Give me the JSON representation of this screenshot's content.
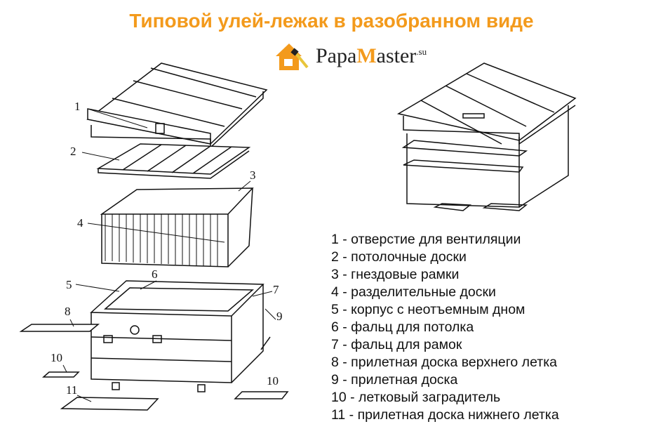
{
  "title": "Типовой улей-лежак в разобранном виде",
  "logo": {
    "part1": "Papa",
    "m": "M",
    "part2": "aster",
    "suffix": ".su"
  },
  "callouts": [
    "1",
    "2",
    "3",
    "4",
    "5",
    "6",
    "7",
    "8",
    "9",
    "10",
    "10",
    "11"
  ],
  "legend": [
    "1 - отверстие для вентиляции",
    "2 - потолочные доски",
    "3 - гнездовые рамки",
    "4 - разделительные доски",
    "5 - корпус с неотъемным дном",
    "6 - фальц для потолка",
    "7 - фальц для рамок",
    "8 - прилетная доска верхнего летка",
    "9 - прилетная доска",
    "10 - летковый заградитель",
    "11 - прилетная доска нижнего летка"
  ],
  "colors": {
    "title": "#f39a1c",
    "logo_accent": "#f39a1c"
  }
}
